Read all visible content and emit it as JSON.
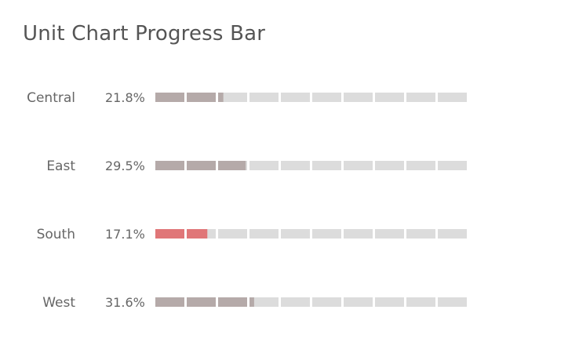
{
  "colors": {
    "filled": "#b5aaa9",
    "highlight": "#e07678",
    "empty": "#dcdcdc",
    "text": "#666666",
    "title": "#555555"
  },
  "chart_data": {
    "type": "bar",
    "title": "Unit Chart Progress Bar",
    "xlabel": "",
    "ylabel": "",
    "units_per_bar": 10,
    "unit_value_percent": 10,
    "xlim": [
      0,
      100
    ],
    "grid": false,
    "highlight_category": "South",
    "categories": [
      "Central",
      "East",
      "South",
      "West"
    ],
    "values": [
      21.8,
      29.5,
      17.1,
      31.6
    ],
    "value_labels": [
      "21.8%",
      "29.5%",
      "17.1%",
      "31.6%"
    ]
  }
}
